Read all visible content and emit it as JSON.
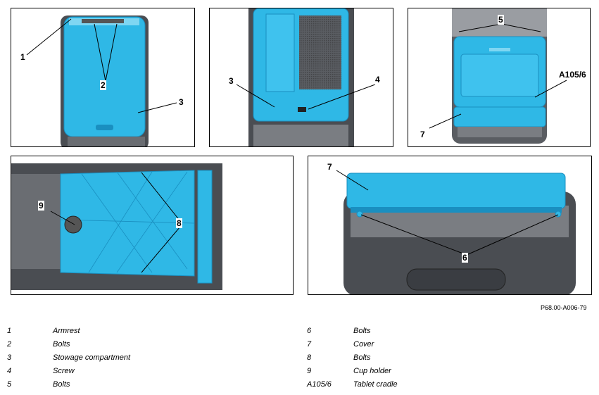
{
  "panels": {
    "p1": {
      "callouts": [
        "1",
        "2",
        "3"
      ]
    },
    "p2": {
      "callouts": [
        "3",
        "4"
      ]
    },
    "p3": {
      "callouts": [
        "5",
        "A105/6",
        "7"
      ]
    },
    "p4": {
      "callouts": [
        "9",
        "8"
      ]
    },
    "p5": {
      "callouts": [
        "7",
        "6"
      ]
    }
  },
  "figure_ref": "P68.00-A006-79",
  "legend": {
    "left": [
      {
        "num": "1",
        "text": "Armrest"
      },
      {
        "num": "2",
        "text": "Bolts"
      },
      {
        "num": "3",
        "text": "Stowage compartment"
      },
      {
        "num": "4",
        "text": "Screw"
      },
      {
        "num": "5",
        "text": "Bolts"
      }
    ],
    "right": [
      {
        "num": "6",
        "text": "Bolts"
      },
      {
        "num": "7",
        "text": "Cover"
      },
      {
        "num": "8",
        "text": "Bolts"
      },
      {
        "num": "9",
        "text": "Cup holder"
      },
      {
        "num": "A105/6",
        "text": "Tablet cradle"
      }
    ]
  },
  "colors": {
    "highlight": "#2fb8e6",
    "highlight_dark": "#1a8fc0",
    "housing": "#4a4d52",
    "housing_light": "#8a8d92"
  }
}
